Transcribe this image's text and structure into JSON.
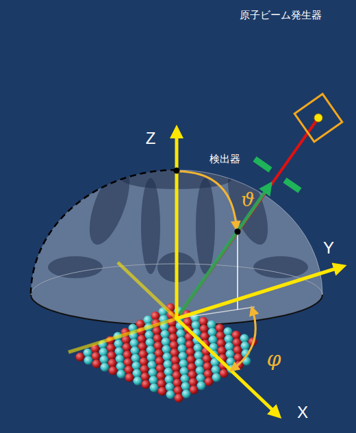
{
  "diagram": {
    "labels": [
      "原子ビーム発生器",
      "検出器",
      "Z",
      "ϑ",
      "Y",
      "φ",
      "X"
    ]
  }
}
